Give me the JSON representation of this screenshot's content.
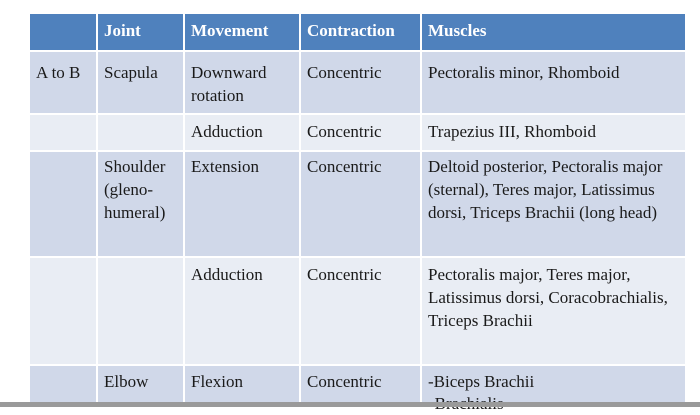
{
  "table": {
    "headers": [
      "",
      "Joint",
      "Movement",
      "Contraction",
      "Muscles"
    ],
    "rows": [
      [
        "A to B",
        "Scapula",
        "Downward rotation",
        "Concentric",
        "Pectoralis minor, Rhomboid"
      ],
      [
        "",
        "",
        "Adduction",
        "Concentric",
        "Trapezius III, Rhomboid"
      ],
      [
        "",
        "Shoulder (gleno-humeral)",
        "Extension",
        "Concentric",
        "Deltoid  posterior, Pectoralis major (sternal), Teres major, Latissimus dorsi, Triceps Brachii (long head)"
      ],
      [
        "",
        "",
        "Adduction",
        "Concentric",
        "Pectoralis major, Teres major, Latissimus dorsi, Coracobrachialis, Triceps Brachii"
      ],
      [
        "",
        "Elbow",
        "Flexion",
        "Concentric",
        "-Biceps Brachii"
      ]
    ],
    "cut_off_line": "-Brachialis"
  },
  "colors": {
    "header_bg": "#4f81bd",
    "row_dark": "#d0d8e9",
    "row_light": "#e9edf4"
  }
}
